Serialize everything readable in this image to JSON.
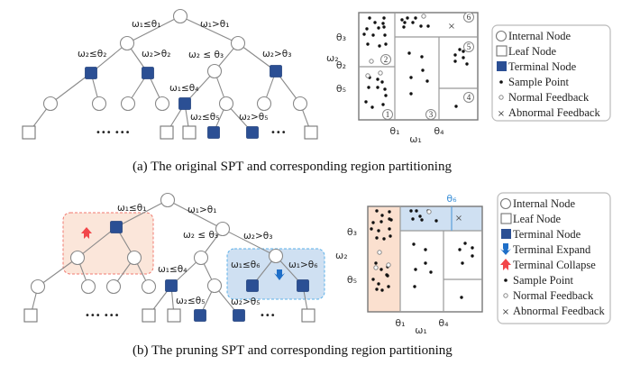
{
  "colors": {
    "terminal": "#2b4f94",
    "collapse_arrow": "#f2474a",
    "expand_arrow": "#1f6fc8",
    "collapse_region_fill": "#fbe6da",
    "collapse_region_stroke": "#f07a70",
    "expand_region_fill": "#cfe0f2",
    "expand_region_stroke": "#5bb0e8",
    "theta6_label": "#3a8fd8"
  },
  "panel_a": {
    "caption": "(a) The original SPT and corresponding region partitioning",
    "tree": {
      "edge_labels": [
        {
          "id": "e-root-l",
          "text": "ω₁≤θ₁"
        },
        {
          "id": "e-root-r",
          "text": "ω₁>θ₁"
        },
        {
          "id": "e-l-l",
          "text": "ω₂≤θ₂"
        },
        {
          "id": "e-l-r",
          "text": "ω₂>θ₂"
        },
        {
          "id": "e-r-l",
          "text": "ω₂ ≤ θ₃"
        },
        {
          "id": "e-r-r",
          "text": "ω₂>θ₃"
        },
        {
          "id": "e-rl-l",
          "text": "ω₁≤θ₄"
        },
        {
          "id": "e-rlr-l",
          "text": "ω₂≤θ₅"
        },
        {
          "id": "e-rlr-r",
          "text": "ω₂>θ₅"
        }
      ],
      "ellipsis_left": "••• •••",
      "ellipsis_right": "•••"
    },
    "region": {
      "x_axis_label": "ω₁",
      "y_axis_label": "ω₂",
      "x_ticks": [
        "θ₁",
        "θ₄"
      ],
      "y_ticks": [
        "θ₃",
        "θ₂",
        "θ₅"
      ],
      "region_numbers": [
        "1",
        "2",
        "3",
        "4",
        "5",
        "6"
      ]
    },
    "legend": [
      {
        "icon": "internal-node-icon",
        "label": "Internal Node"
      },
      {
        "icon": "leaf-node-icon",
        "label": "Leaf Node"
      },
      {
        "icon": "terminal-node-icon",
        "label": "Terminal Node"
      },
      {
        "icon": "sample-point-icon",
        "label": "Sample Point"
      },
      {
        "icon": "normal-feedback-icon",
        "label": "Normal Feedback"
      },
      {
        "icon": "abnormal-feedback-icon",
        "label": "Abnormal Feedback"
      }
    ]
  },
  "panel_b": {
    "caption": "(b) The pruning SPT and corresponding region partitioning",
    "tree": {
      "edge_labels": [
        {
          "id": "e-root-l",
          "text": "ω₁≤θ₁"
        },
        {
          "id": "e-root-r",
          "text": "ω₁>θ₁"
        },
        {
          "id": "e-r-l",
          "text": "ω₂ ≤ θ₃"
        },
        {
          "id": "e-r-r",
          "text": "ω₂>θ₃"
        },
        {
          "id": "e-rl-l",
          "text": "ω₁≤θ₄"
        },
        {
          "id": "e-rlr-l",
          "text": "ω₂≤θ₅"
        },
        {
          "id": "e-rlr-r",
          "text": "ω₂>θ₅"
        },
        {
          "id": "e-rr-l",
          "text": "ω₁≤θ₆"
        },
        {
          "id": "e-rr-r",
          "text": "ω₁>θ₆"
        }
      ],
      "ellipsis_left": "••• •••",
      "ellipsis_right": "•••"
    },
    "region": {
      "x_axis_label": "ω₁",
      "y_axis_label": "ω₂",
      "x_ticks": [
        "θ₁",
        "θ₄"
      ],
      "y_ticks": [
        "θ₃",
        "θ₅"
      ],
      "top_tick": "θ₆"
    },
    "legend": [
      {
        "icon": "internal-node-icon",
        "label": "Internal Node"
      },
      {
        "icon": "leaf-node-icon",
        "label": "Leaf Node"
      },
      {
        "icon": "terminal-node-icon",
        "label": "Terminal Node"
      },
      {
        "icon": "terminal-expand-icon",
        "label": "Terminal Expand"
      },
      {
        "icon": "terminal-collapse-icon",
        "label": "Terminal Collapse"
      },
      {
        "icon": "sample-point-icon",
        "label": "Sample Point"
      },
      {
        "icon": "normal-feedback-icon",
        "label": "Normal Feedback"
      },
      {
        "icon": "abnormal-feedback-icon",
        "label": "Abnormal Feedback"
      }
    ]
  }
}
